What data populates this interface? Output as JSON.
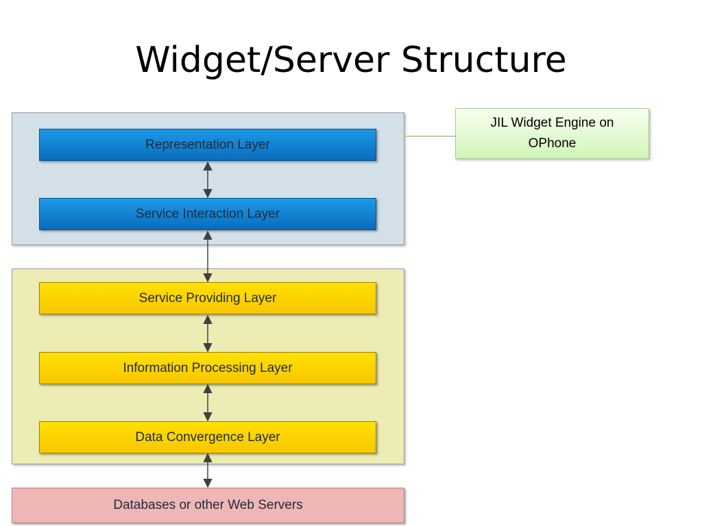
{
  "title": "Widget/Server Structure",
  "callout": {
    "text_line1": "JIL Widget Engine on",
    "text_line2": "OPhone"
  },
  "layers": {
    "representation": "Representation Layer",
    "service_interaction": "Service Interaction Layer",
    "service_providing": "Service Providing Layer",
    "information_processing": "Information Processing Layer",
    "data_convergence": "Data Convergence Layer",
    "databases": "Databases or other Web Servers"
  },
  "colors": {
    "client_group_fill": "#d3e0e8",
    "server_group_fill": "#ececb4",
    "blue_layer": "#0f85d6",
    "yellow_layer": "#fdd500",
    "database_layer": "#efb6b6",
    "callout_fill": "#dff8c8",
    "arrow": "#404040"
  }
}
